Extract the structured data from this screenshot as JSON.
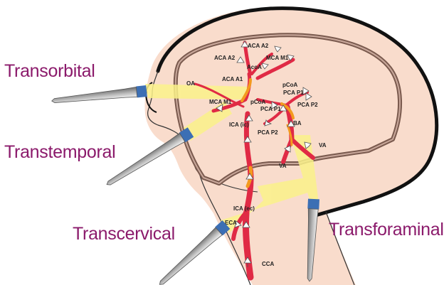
{
  "windows": {
    "transorbital": "Transorbital",
    "transtemporal": "Transtemporal",
    "transcervical": "Transcervical",
    "transforaminal": "Transforaminal"
  },
  "vessels": {
    "aca_a2_top": "ACA A2",
    "aca_a2": "ACA A2",
    "acoa": "AcoA",
    "mca_m1_right": "MCA M1",
    "aca_a1": "ACA A1",
    "oa": "OA",
    "mca_m1_left": "MCA M1",
    "pcoa_left": "pCoA",
    "pcoa_right": "pCoA",
    "pca_p1_a": "PCA P1",
    "pca_p1_b": "PCA P1",
    "pca_p2_right": "PCA P2",
    "pca_p2_left": "PCA P2",
    "ica_ic": "ICA (ic)",
    "ba": "BA",
    "va_right": "VA",
    "va_left": "VA",
    "ica_ec": "ICA (ec)",
    "eca": "ECA",
    "cca": "CCA"
  },
  "colors": {
    "skin": "#f9dccc",
    "outline": "#111111",
    "skull": "#9b7b6e",
    "vessel": "#e02a45",
    "vessel_highlight": "#f39a1e",
    "beam": "#fbf28a",
    "label_purple": "#8b1a6b",
    "probe_tip": "#3c6fb4"
  }
}
